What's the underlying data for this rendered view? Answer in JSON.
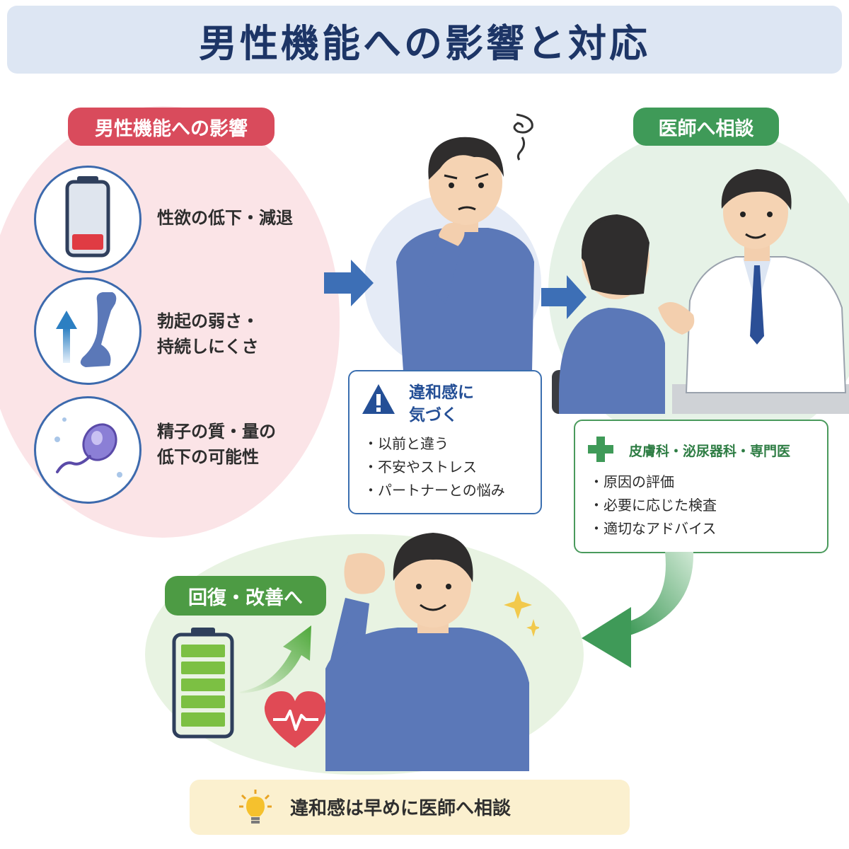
{
  "title": "男性機能への影響と対応",
  "effects": {
    "label": "男性機能への影響",
    "items": [
      {
        "icon": "low-battery-icon",
        "lines": [
          "性欲の低下・減退"
        ]
      },
      {
        "icon": "erection-icon",
        "lines": [
          "勃起の弱さ・",
          "持続しにくさ"
        ]
      },
      {
        "icon": "sperm-icon",
        "lines": [
          "精子の質・量の",
          "低下の可能性"
        ]
      }
    ]
  },
  "awareness": {
    "title_lines": [
      "違和感に",
      "気づく"
    ],
    "items": [
      "・以前と違う",
      "・不安やストレス",
      "・パートナーとの悩み"
    ]
  },
  "consult": {
    "label": "医師へ相談",
    "specialist_title": "皮膚科・泌尿器科・専門医",
    "items": [
      "・原因の評価",
      "・必要に応じた検査",
      "・適切なアドバイス"
    ]
  },
  "recovery": {
    "label": "回復・改善へ"
  },
  "tip": "違和感は早めに医師へ相談",
  "colors": {
    "title_bg": "#dde6f3",
    "title_text": "#1d3566",
    "effects_pill": "#d94b5c",
    "doctor_pill": "#3f9a58",
    "recovery_pill": "#4d9b44",
    "arrow_blue": "#3d6fb6",
    "arrow_green": "#4f9f62"
  }
}
